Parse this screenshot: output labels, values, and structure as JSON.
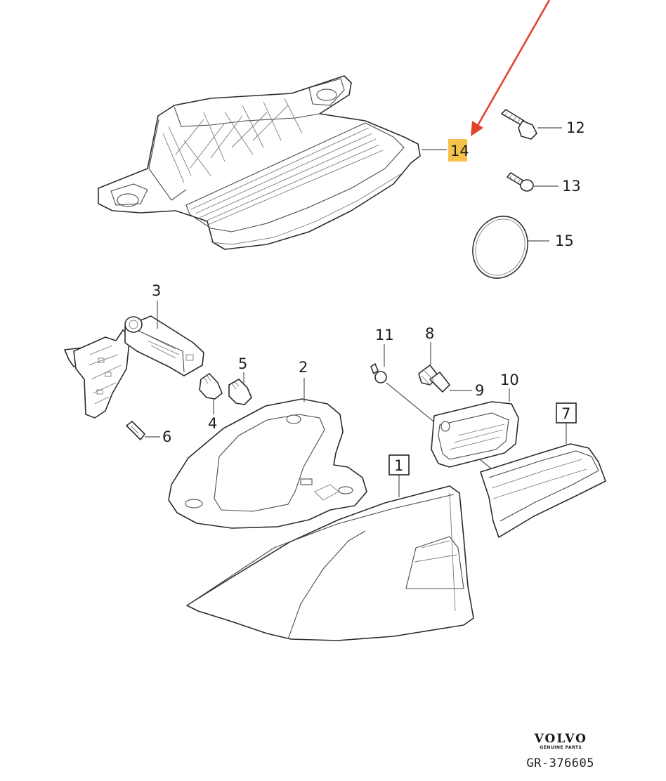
{
  "callouts": {
    "p1": "1",
    "p2": "2",
    "p3": "3",
    "p4": "4",
    "p5": "5",
    "p6": "6",
    "p7": "7",
    "p8": "8",
    "p9": "9",
    "p10": "10",
    "p11": "11",
    "p12": "12",
    "p13": "13",
    "p14": "14",
    "p15": "15"
  },
  "highlight_color": "#f7c24a",
  "arrow_color": "#e0452b",
  "brand": {
    "name": "VOLVO",
    "subtitle": "GENUINE PARTS"
  },
  "diagram_id": "GR-376605"
}
